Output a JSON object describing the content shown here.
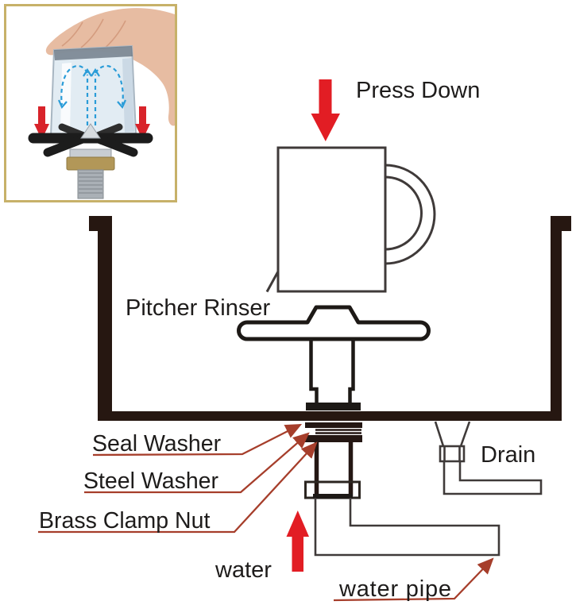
{
  "labels": {
    "press_down": "Press Down",
    "pitcher_rinser": "Pitcher Rinser",
    "seal_washer": "Seal Washer",
    "steel_washer": "Steel Washer",
    "brass_clamp_nut": "Brass Clamp Nut",
    "drain": "Drain",
    "water": "water",
    "water_pipe": "water pipe"
  },
  "colors": {
    "action_arrow_red": "#e21d24",
    "leader_line_red": "#a63e2b",
    "thin_line_dark": "#3f3a39",
    "sink_dark": "#261711",
    "text_dark": "#1e1c1b"
  },
  "inset": {
    "border_color": "#c7b169",
    "spray_arrow_color": "#2a9cd8",
    "down_arrow_color": "#d8232a",
    "brass_color": "#b29758"
  }
}
